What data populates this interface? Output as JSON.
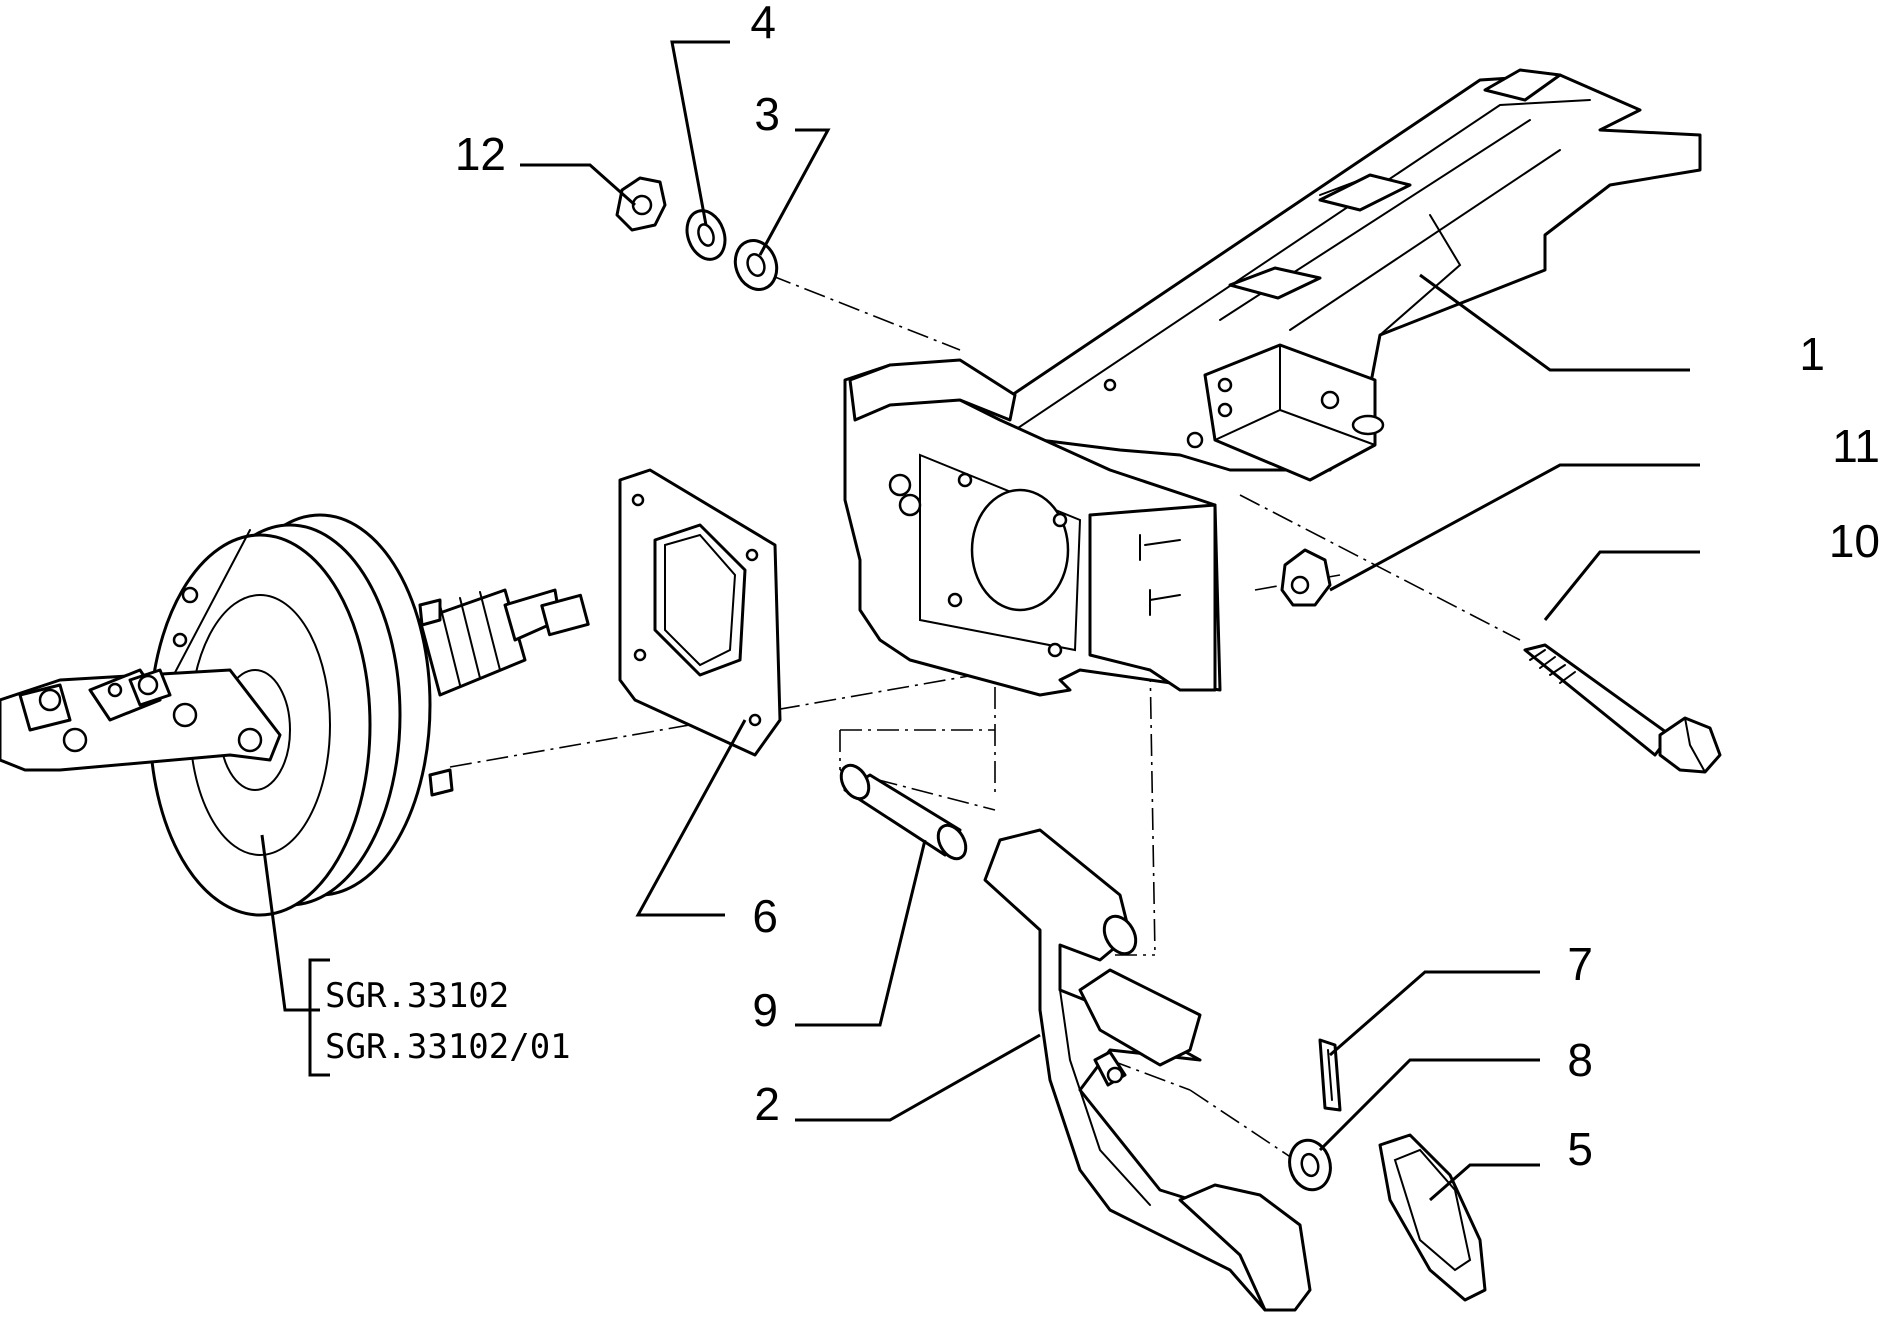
{
  "diagram": {
    "callouts": [
      {
        "id": "1",
        "label": "1"
      },
      {
        "id": "2",
        "label": "2"
      },
      {
        "id": "3",
        "label": "3"
      },
      {
        "id": "4",
        "label": "4"
      },
      {
        "id": "5",
        "label": "5"
      },
      {
        "id": "6",
        "label": "6"
      },
      {
        "id": "7",
        "label": "7"
      },
      {
        "id": "8",
        "label": "8"
      },
      {
        "id": "9",
        "label": "9"
      },
      {
        "id": "10",
        "label": "10"
      },
      {
        "id": "11",
        "label": "11"
      },
      {
        "id": "12",
        "label": "12"
      }
    ],
    "references": [
      "SGR.33102",
      "SGR.33102/01"
    ]
  }
}
